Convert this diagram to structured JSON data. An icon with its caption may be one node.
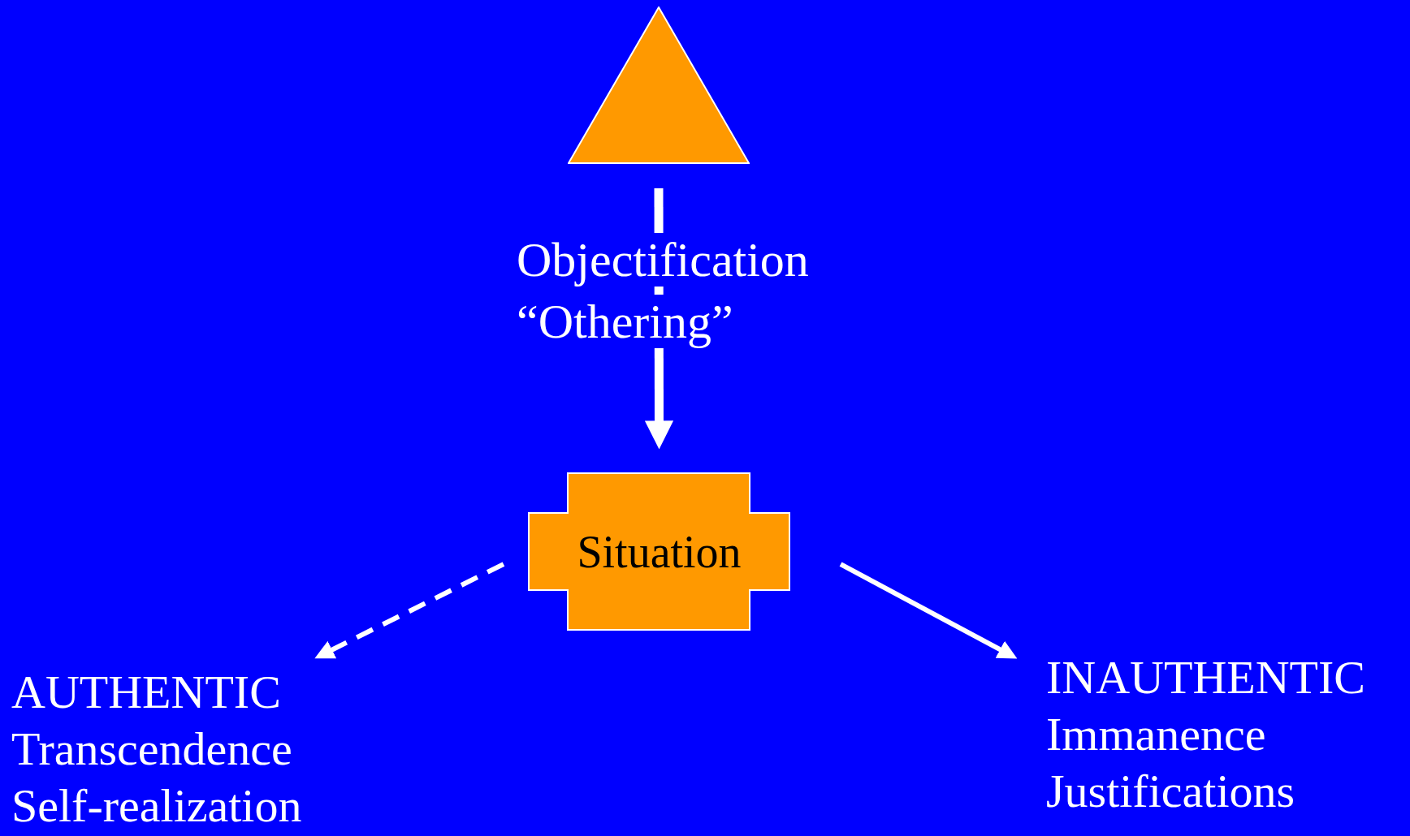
{
  "diagram": {
    "nodes": [
      {
        "text": [],
        "shape": "triangle"
      },
      {
        "text": [
          "Situation"
        ]
      },
      {
        "text": [
          "AUTHENTIC",
          "Transcendence",
          "Self-realization"
        ]
      },
      {
        "text": [
          "INAUTHENTIC",
          "Immanence",
          "Justifications"
        ]
      }
    ],
    "edges": [
      {
        "from": 0,
        "to": 1,
        "arrow": "to",
        "label": "Objectification “Othering”",
        "style": "thick"
      },
      {
        "from": 1,
        "to": 2,
        "arrow": "to",
        "style": "dashed"
      },
      {
        "from": 1,
        "to": 3,
        "arrow": "to"
      }
    ]
  }
}
